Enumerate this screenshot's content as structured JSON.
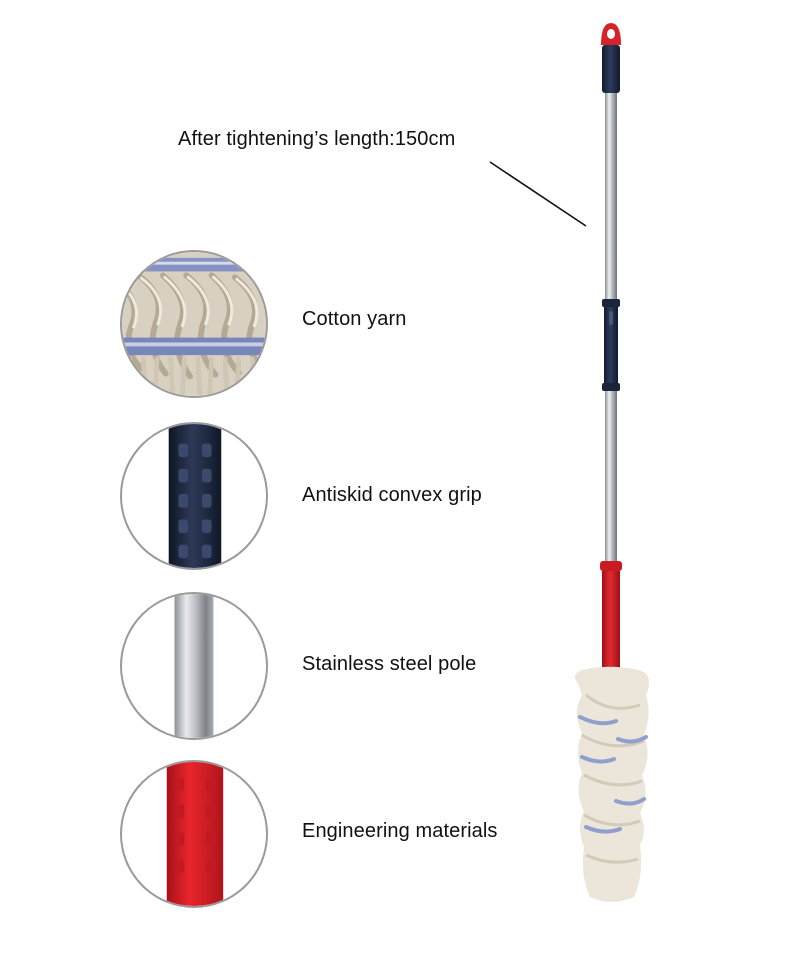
{
  "headline_label": "After tightening’s length:150cm",
  "features": [
    {
      "label": "Cotton yarn",
      "icon": "cotton-yarn-closeup"
    },
    {
      "label": "Antiskid convex grip",
      "icon": "black-grip-closeup"
    },
    {
      "label": "Stainless steel pole",
      "icon": "steel-pole-closeup"
    },
    {
      "label": "Engineering materials",
      "icon": "red-handle-closeup"
    }
  ],
  "colors": {
    "grip_navy": "#1f2a44",
    "handle_red": "#d42025",
    "steel": "#c9cdd1",
    "cotton": "#e8e2d6",
    "stripe_blue": "#7f8fc0",
    "circle_border": "#9a9a9a"
  }
}
